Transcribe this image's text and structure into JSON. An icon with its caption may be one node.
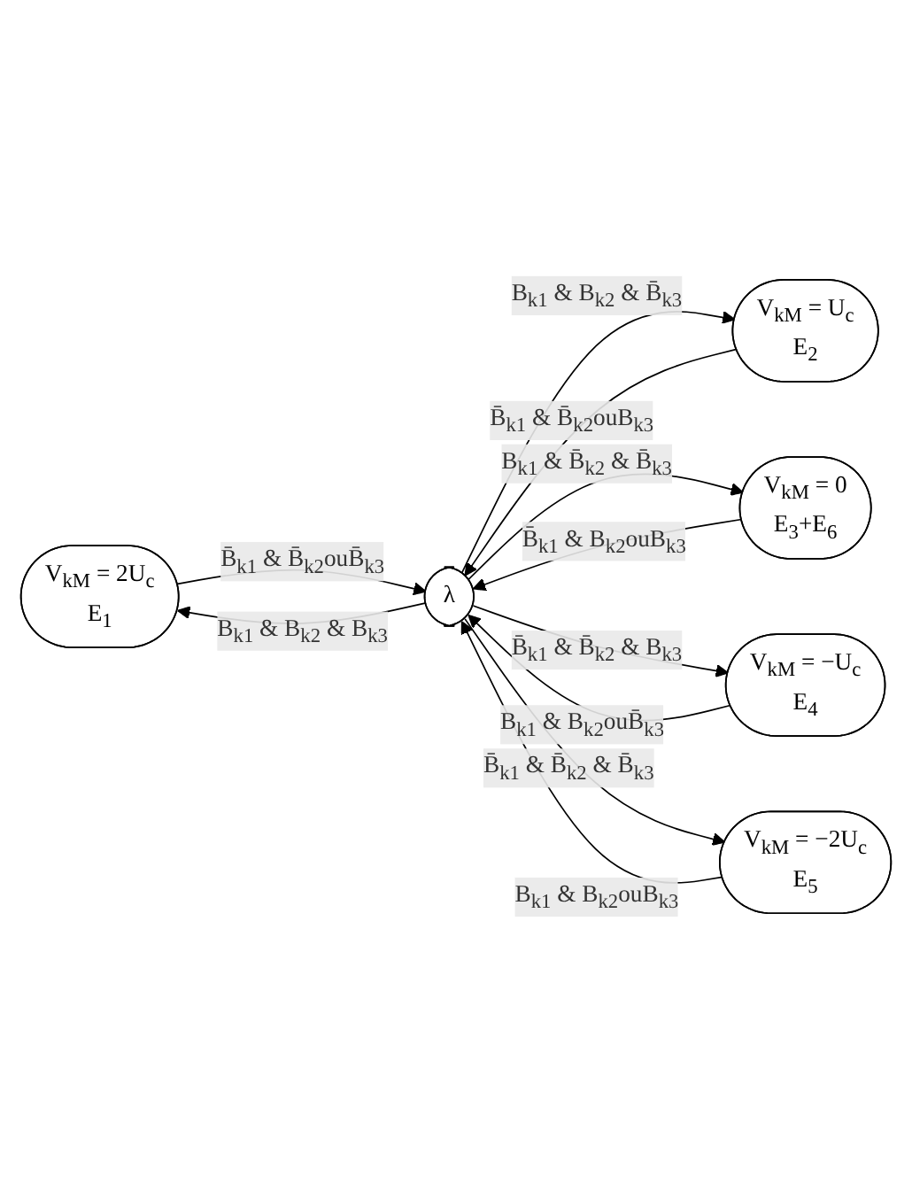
{
  "diagram": {
    "nodes": [
      {
        "text": [
          "V$_{kM}$ = 2U$_{c}$",
          "E$_{1}$"
        ]
      },
      {
        "text": [
          "V$_{kM}$ = U$_{c}$",
          "E$_{2}$"
        ]
      },
      {
        "text": [
          "V$_{kM}$ = 0",
          "E$_{3}$+E$_{6}$"
        ]
      },
      {
        "text": [
          "V$_{kM}$ = −U$_{c}$",
          "E$_{4}$"
        ]
      },
      {
        "text": [
          "V$_{kM}$ = −2U$_{c}$",
          "E$_{5}$"
        ]
      },
      {
        "text": [
          "λ"
        ]
      }
    ],
    "edges": [
      {
        "from": 5,
        "to": 0,
        "arrow": "to",
        "label": "B$_{k1}$ & B$_{k2}$ & B$_{k3}$"
      },
      {
        "from": 0,
        "to": 5,
        "arrow": "to",
        "label": "B̄$_{k1}$ & B̄$_{k2}$ouB̄$_{k3}$"
      },
      {
        "from": 5,
        "to": 1,
        "arrow": "to",
        "label": "B$_{k1}$ & B$_{k2}$ & B̄$_{k3}$"
      },
      {
        "from": 1,
        "to": 5,
        "arrow": "to",
        "label": "B̄$_{k1}$ & B̄$_{k2}$ouB$_{k3}$"
      },
      {
        "from": 5,
        "to": 2,
        "arrow": "to",
        "label": "B$_{k1}$ & B̄$_{k2}$ & B̄$_{k3}$"
      },
      {
        "from": 2,
        "to": 5,
        "arrow": "to",
        "label": "B̄$_{k1}$ & B$_{k2}$ouB$_{k3}$"
      },
      {
        "from": 5,
        "to": 3,
        "arrow": "to",
        "label": "B̄$_{k1}$ & B̄$_{k2}$ & B$_{k3}$"
      },
      {
        "from": 3,
        "to": 5,
        "arrow": "to",
        "label": "B$_{k1}$ & B$_{k2}$ouB̄$_{k3}$"
      },
      {
        "from": 5,
        "to": 4,
        "arrow": "to",
        "label": "B̄$_{k1}$ & B̄$_{k2}$ & B̄$_{k3}$"
      },
      {
        "from": 4,
        "to": 5,
        "arrow": "to",
        "label": "B$_{k1}$ & B$_{k2}$ouB$_{k3}$"
      }
    ]
  }
}
